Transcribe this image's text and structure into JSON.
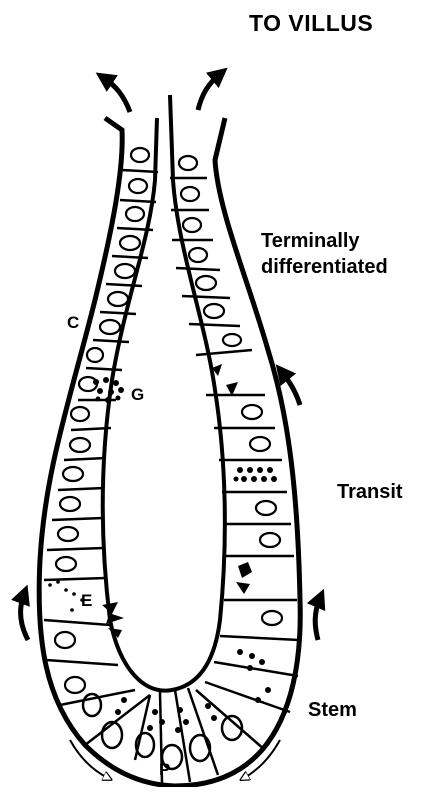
{
  "labels": {
    "heading": "TO VILLUS",
    "region_top_line1": "Terminally",
    "region_top_line2": "differentiated",
    "region_middle": "Transit",
    "region_bottom": "Stem"
  },
  "cell_labels": {
    "columnar": "C",
    "goblet": "G",
    "enteroendocrine": "E",
    "paneth": "P"
  },
  "colors": {
    "ink": "#000000",
    "paper": "#ffffff"
  }
}
